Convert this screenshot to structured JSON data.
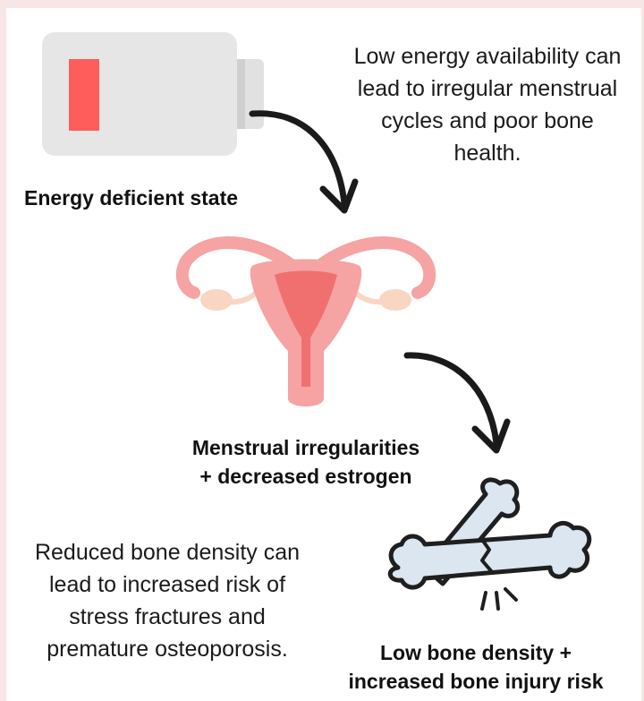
{
  "intro_text": "Low energy availability can lead to irregular menstrual cycles and poor bone health.",
  "step1_label": "Energy deficient state",
  "step2_label_line1": "Menstrual irregularities",
  "step2_label_line2": "+ decreased estrogen",
  "step3_label_line1": "Low bone density +",
  "step3_label_line2": "increased bone injury risk",
  "outro_text": "Reduced bone density can lead to increased risk of stress fractures and premature osteoporosis.",
  "icons": [
    "low-battery-icon",
    "uterus-icon",
    "broken-bone-icon",
    "arrow-icon"
  ],
  "colors": {
    "page_background": "#f8e6e6",
    "battery_body": "#e6e6e6",
    "battery_level": "#ff5c5c",
    "uterus": "#f5a3a3",
    "uterus_inner": "#f07070",
    "ovary": "#f9d6c2",
    "bone": "#dbe6f0",
    "outline": "#1f1f1f"
  }
}
